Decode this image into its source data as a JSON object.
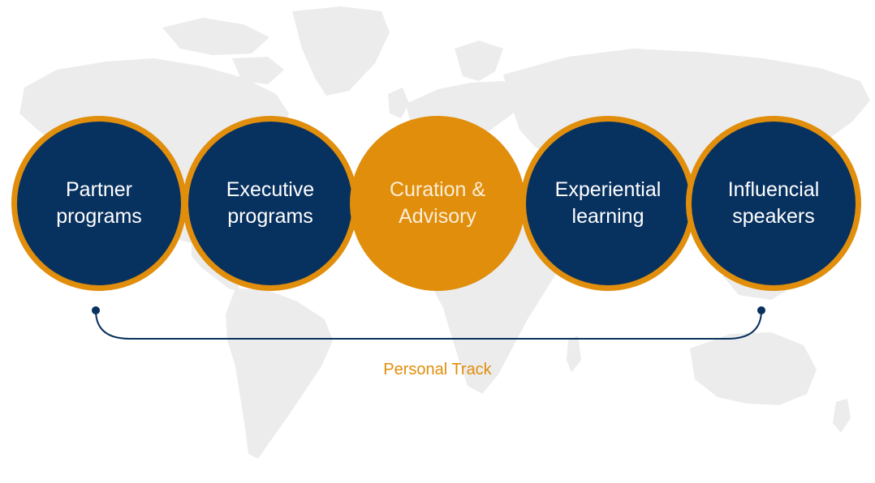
{
  "colors": {
    "navy": "#07315f",
    "orange": "#e08e0b",
    "map": "#ececed",
    "orange_text": "#fbeed8"
  },
  "circles": [
    {
      "label": "Partner\nprograms",
      "style": "navy"
    },
    {
      "label": "Executive\nprograms",
      "style": "navy"
    },
    {
      "label": "Curation &\nAdvisory",
      "style": "orange"
    },
    {
      "label": "Experiential\nlearning",
      "style": "navy"
    },
    {
      "label": "Influencial\nspeakers",
      "style": "navy"
    }
  ],
  "track": {
    "label": "Personal Track"
  }
}
